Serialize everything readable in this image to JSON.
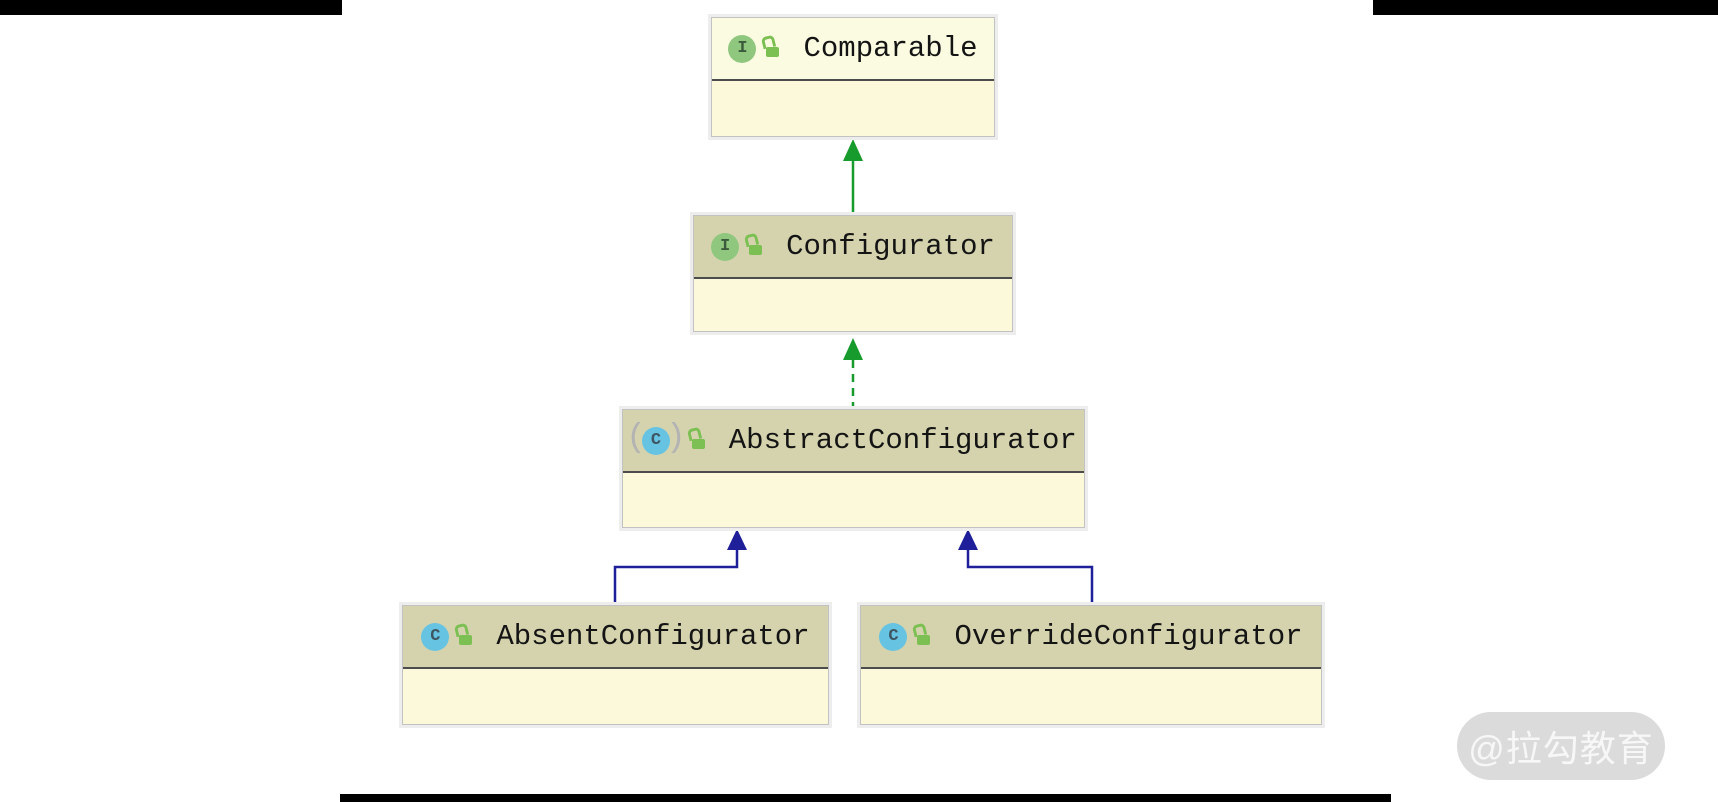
{
  "diagram": {
    "nodes": [
      {
        "name": "Comparable",
        "kind": "interface",
        "icon_letter": "I",
        "visibility_icon": "open-lock"
      },
      {
        "name": "Configurator",
        "kind": "interface",
        "icon_letter": "I",
        "visibility_icon": "open-lock"
      },
      {
        "name": "AbstractConfigurator",
        "kind": "abstract-class",
        "icon_letter": "C",
        "visibility_icon": "open-lock"
      },
      {
        "name": "AbsentConfigurator",
        "kind": "class",
        "icon_letter": "C",
        "visibility_icon": "open-lock"
      },
      {
        "name": "OverrideConfigurator",
        "kind": "class",
        "icon_letter": "C",
        "visibility_icon": "open-lock"
      }
    ],
    "edges": [
      {
        "from": "Configurator",
        "to": "Comparable",
        "relation": "extends",
        "line": "solid"
      },
      {
        "from": "AbstractConfigurator",
        "to": "Configurator",
        "relation": "implements",
        "line": "dashed"
      },
      {
        "from": "AbsentConfigurator",
        "to": "AbstractConfigurator",
        "relation": "extends",
        "line": "solid"
      },
      {
        "from": "OverrideConfigurator",
        "to": "AbstractConfigurator",
        "relation": "extends",
        "line": "solid"
      }
    ]
  },
  "colors": {
    "arrow_green": "#189b2d",
    "arrow_navy": "#1f1f99",
    "header_tan": "#d5d3ae",
    "header_light": "#fbfbe1",
    "body_yellow": "#fcf8da",
    "interface_icon_bg": "#90c77e",
    "class_icon_bg": "#67c3e2",
    "lock_icon_green": "#7cbf52"
  },
  "watermark": {
    "text": "@拉勾教育"
  }
}
